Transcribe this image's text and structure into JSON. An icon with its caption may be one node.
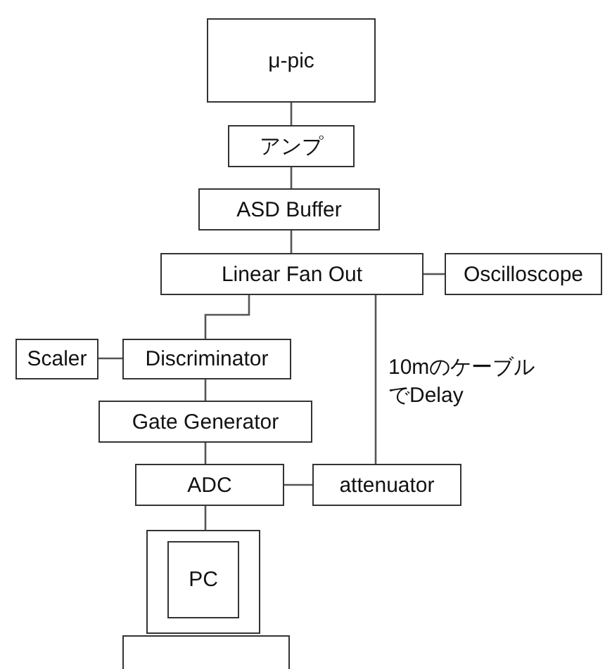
{
  "diagram": {
    "nodes": [
      {
        "text": [
          "μ-pic"
        ]
      },
      {
        "text": [
          "アンプ"
        ]
      },
      {
        "text": [
          "ASD Buffer"
        ]
      },
      {
        "text": [
          "Linear Fan Out"
        ]
      },
      {
        "text": [
          "Oscilloscope"
        ]
      },
      {
        "text": [
          "Scaler"
        ]
      },
      {
        "text": [
          "Discriminator"
        ]
      },
      {
        "text": [
          "Gate Generator"
        ]
      },
      {
        "text": [
          "ADC"
        ]
      },
      {
        "text": [
          "attenuator"
        ]
      },
      {
        "text": [],
        "shape": "box"
      },
      {
        "text": [
          "PC"
        ],
        "in": 10
      },
      {
        "text": [],
        "shape": "box"
      }
    ],
    "edges": [
      {
        "from": 0,
        "to": 1,
        "arrow": "none"
      },
      {
        "from": 1,
        "to": 2,
        "arrow": "none"
      },
      {
        "from": 2,
        "to": 3,
        "arrow": "none"
      },
      {
        "from": 3,
        "to": 4,
        "arrow": "none"
      },
      {
        "from": 3,
        "to": 6,
        "arrow": "none"
      },
      {
        "from": 5,
        "to": 6,
        "arrow": "none"
      },
      {
        "from": 6,
        "to": 7,
        "arrow": "none"
      },
      {
        "from": 7,
        "to": 8,
        "arrow": "none"
      },
      {
        "from": 3,
        "to": 9,
        "label": "10mのケーブルでDelay",
        "arrow": "none"
      },
      {
        "from": 8,
        "to": 9,
        "arrow": "none"
      },
      {
        "from": 8,
        "to": 10,
        "arrow": "none"
      }
    ]
  }
}
